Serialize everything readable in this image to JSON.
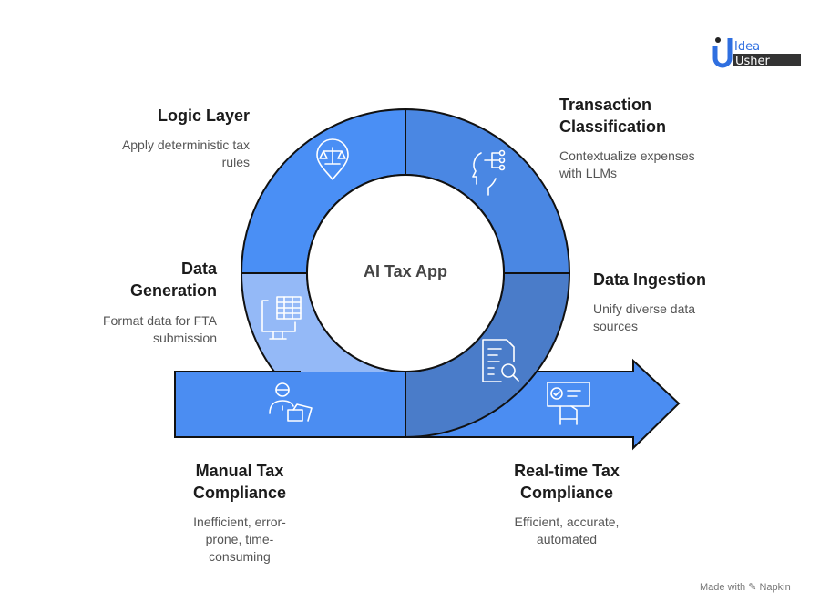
{
  "center": {
    "title": "AI Tax App"
  },
  "segments": [
    {
      "title": "Logic Layer",
      "desc": "Apply deterministic tax rules",
      "icon": "scales-pin-icon",
      "color": "#4a8ff5"
    },
    {
      "title": "Transaction Classification",
      "desc": "Contextualize expenses with LLMs",
      "icon": "ai-head-icon",
      "color": "#4a87e3"
    },
    {
      "title": "Data Ingestion",
      "desc": "Unify diverse data sources",
      "icon": "document-search-icon",
      "color": "#4a7cc9"
    },
    {
      "title": "Data Generation",
      "desc": "Format data for FTA submission",
      "icon": "monitor-table-icon",
      "color": "#94b9f7"
    }
  ],
  "arrow": {
    "color": "#4b8df2",
    "start": {
      "title": "Manual Tax Compliance",
      "desc": "Inefficient, error-prone, time-consuming",
      "icon": "person-cards-icon"
    },
    "end": {
      "title": "Real-time Tax Compliance",
      "desc": "Efficient, accurate, automated",
      "icon": "presentation-check-icon"
    }
  },
  "logo": {
    "line1": "Idea",
    "line2": "Usher"
  },
  "footer": {
    "text": "Made with",
    "brand": "Napkin"
  }
}
